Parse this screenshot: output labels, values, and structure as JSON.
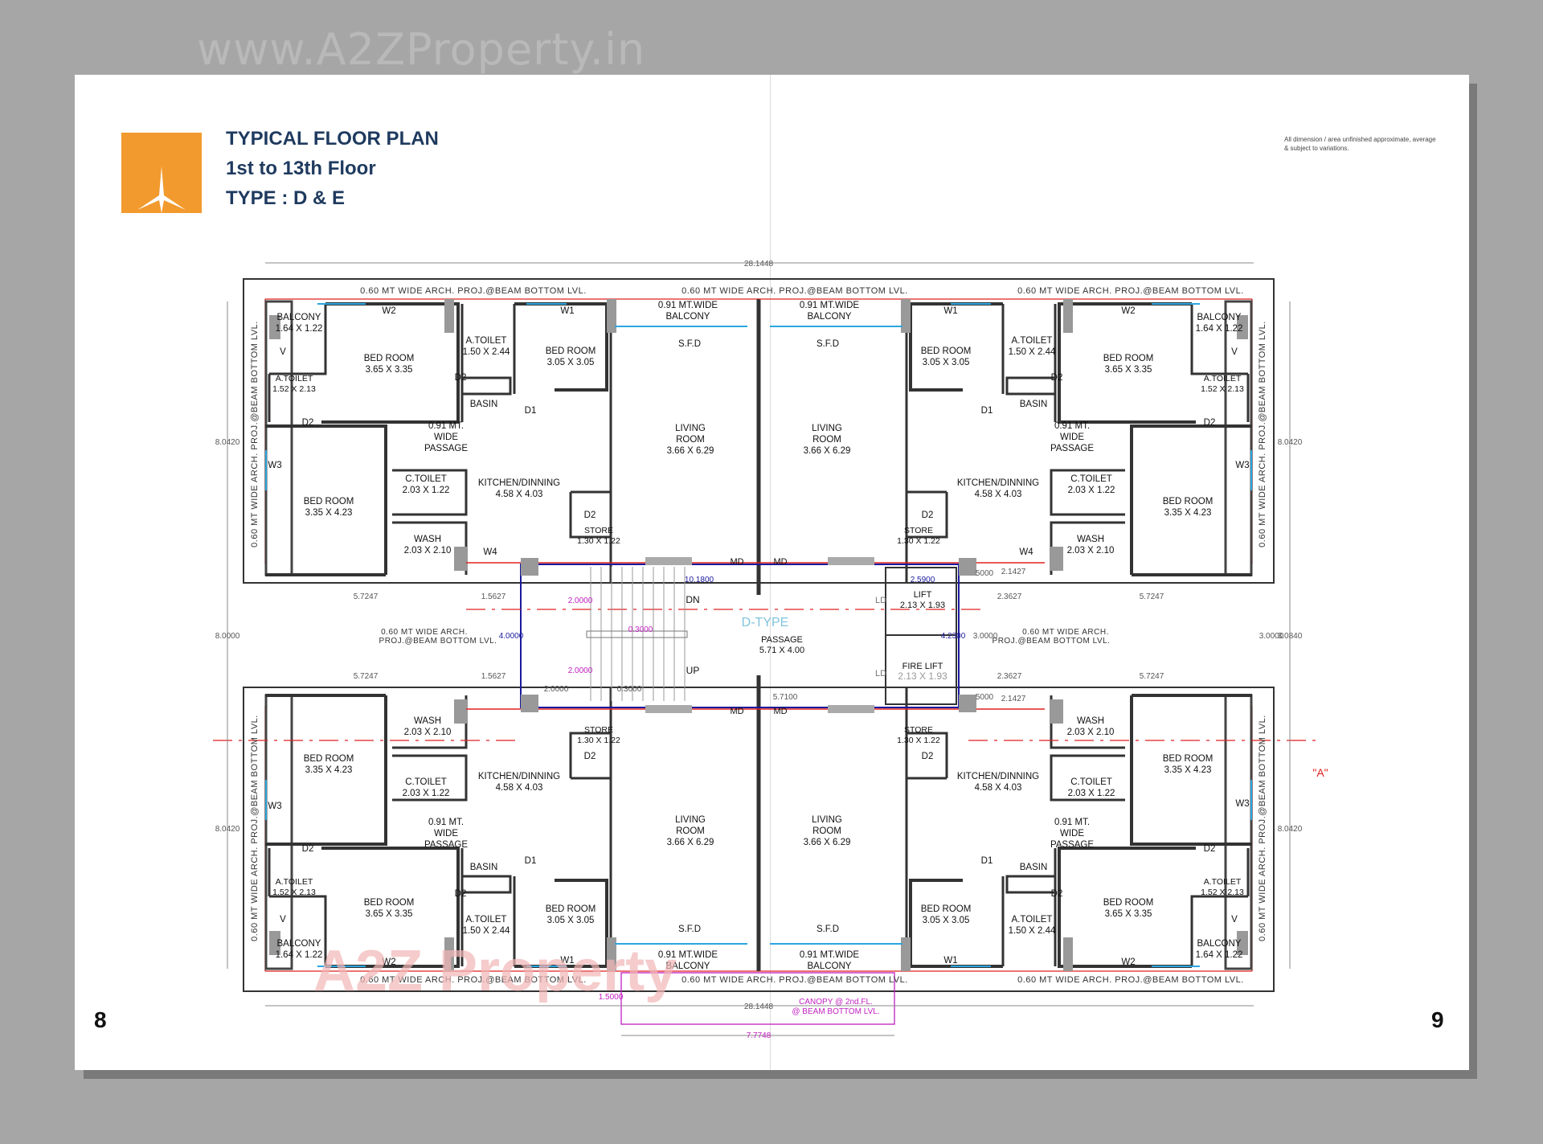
{
  "watermark_top": "www.A2ZProperty.in",
  "watermark_bottom": "A2Z Property",
  "header": {
    "line1": "TYPICAL FLOOR PLAN",
    "line2": "1st to 13th Floor",
    "line3": "TYPE : D & E"
  },
  "disclaimer": "All dimension / area unfinished approximate, average & subject to variations.",
  "page_left": "8",
  "page_right": "9",
  "colors": {
    "logo": "#f29a2e",
    "title": "#1f3a5f",
    "wall_red": "#e02020",
    "dim_blue": "#1a1a9c",
    "magenta": "#c020c0"
  },
  "plan": {
    "overall_width": "28.1448",
    "proj_label": "0.60 MT WIDE ARCH. PROJ.@BEAM BOTTOM LVL.",
    "side_proj": "0.60 MT WIDE ARCH. PROJ.@BEAM BOTTOM LVL.",
    "side_dim": "8.0420",
    "mid_dim_left": "8.0000",
    "mid_dim_right": "3.0000",
    "mid_dim_right2": "3.0840",
    "wing_dim": "5.7247",
    "core_dims": {
      "a": "1.5627",
      "b": "2.3627",
      "c": "10.1800",
      "d": "2.5900",
      "e": "4.0000",
      "f": "4.2300",
      "g": "2.0000",
      "h": "0.3000",
      "i": "5.7100",
      "j": "1.5000",
      "k": "7.7748",
      "l": "2.1427",
      "m": "5000",
      "n": "3.0000"
    },
    "centre": {
      "type": "D-TYPE",
      "passage": "PASSAGE",
      "passage_size": "5.71 X 4.00",
      "lift": "LIFT",
      "lift_size": "2.13 X 1.93",
      "fire_lift": "FIRE LIFT",
      "fire_lift_size": "2.13 X 1.93",
      "dn": "DN",
      "up": "UP",
      "ld": "LD",
      "md": "MD"
    },
    "canopy": "CANOPY @ 2nd.FL.",
    "canopy2": "@ BEAM BOTTOM LVL.",
    "side_proj_small1": "0.60 MT WIDE ARCH.",
    "side_proj_small2": "PROJ.@BEAM BOTTOM LVL.",
    "section_mark": "\"A\"",
    "rooms": {
      "bed1": "BED ROOM",
      "bed1_size": "3.65 X 3.35",
      "bed2_size": "3.05 X 3.05",
      "bed3_size": "3.35 X 4.23",
      "atoilet": "A.TOILET",
      "atoilet1_size": "1.50 X 2.44",
      "atoilet2_size": "1.52  X 2.13",
      "ctoilet": "C.TOILET",
      "ctoilet_size": "2.03 X 1.22",
      "wash": "WASH",
      "wash_size": "2.03 X 2.10",
      "store": "STORE",
      "store_size": "1.30 X 1.22",
      "kitchen": "KITCHEN/DINNING",
      "kitchen_size": "4.58 X 4.03",
      "living1": "LIVING",
      "living2": "ROOM",
      "living_size": "3.66 X 6.29",
      "balcony": "BALCONY",
      "balcony_size": "1.64 X 1.22",
      "wide_balc1": "0.91 MT.WIDE",
      "wide_balc2": "BALCONY",
      "passage1": "0.91 MT.",
      "passage2": "WIDE",
      "passage3": "PASSAGE",
      "basin": "BASIN",
      "sfd": "S.F.D",
      "w1": "W1",
      "w2": "W2",
      "w3": "W3",
      "w4": "W4",
      "d1": "D1",
      "d2": "D2",
      "v": "V"
    }
  }
}
